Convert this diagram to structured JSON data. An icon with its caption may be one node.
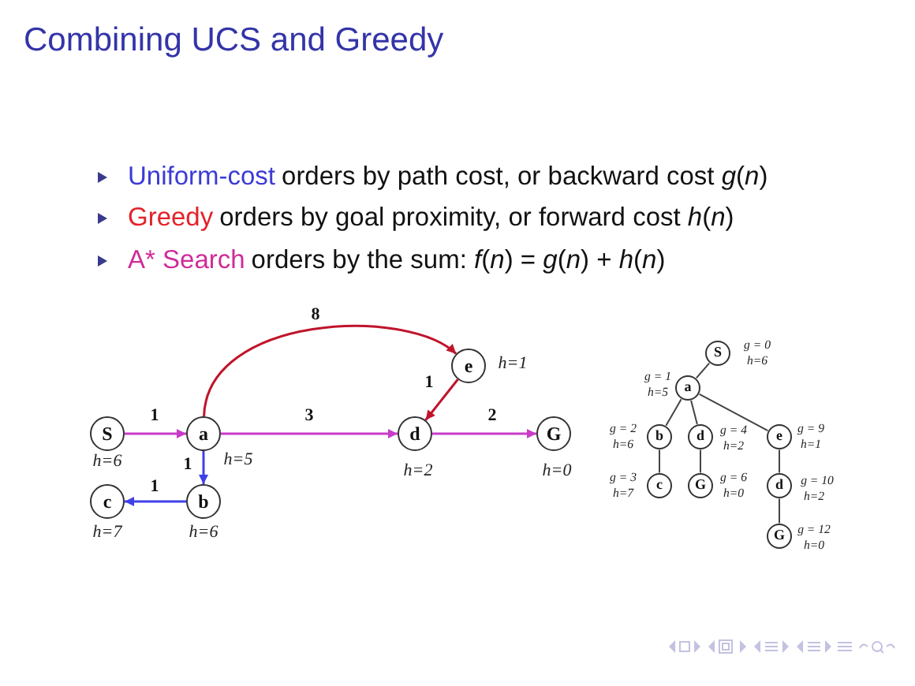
{
  "diagram": {
    "title": "Combining UCS and Greedy",
    "nodes": [
      {
        "text": [
          "S"
        ],
        "beside": [
          "h=6"
        ]
      },
      {
        "text": [
          "a"
        ],
        "beside": [
          "h=5"
        ]
      },
      {
        "text": [
          "e"
        ],
        "beside": [
          "h=1"
        ]
      },
      {
        "text": [
          "d"
        ],
        "beside": [
          "h=2"
        ]
      },
      {
        "text": [
          "G"
        ],
        "beside": [
          "h=0"
        ]
      },
      {
        "text": [
          "b"
        ],
        "beside": [
          "h=6"
        ]
      },
      {
        "text": [
          "c"
        ],
        "beside": [
          "h=7"
        ]
      },
      {
        "text": [
          "S"
        ],
        "beside": [
          "g = 0",
          "h=6"
        ]
      },
      {
        "text": [
          "a"
        ],
        "beside": [
          "g = 1",
          "h=5"
        ]
      },
      {
        "text": [
          "b"
        ],
        "beside": [
          "g = 2",
          "h=6"
        ]
      },
      {
        "text": [
          "d"
        ],
        "beside": [
          "g = 4",
          "h=2"
        ]
      },
      {
        "text": [
          "e"
        ],
        "beside": [
          "g = 9",
          "h=1"
        ]
      },
      {
        "text": [
          "c"
        ],
        "beside": [
          "g = 3",
          "h=7"
        ]
      },
      {
        "text": [
          "G"
        ],
        "beside": [
          "g = 6",
          "h=0"
        ]
      },
      {
        "text": [
          "d"
        ],
        "beside": [
          "g = 10",
          "h=2"
        ]
      },
      {
        "text": [
          "G"
        ],
        "beside": [
          "g = 12",
          "h=0"
        ]
      }
    ],
    "edges": [
      {
        "from": 0,
        "to": 1,
        "arrow": "to",
        "label": "1",
        "color": "#c83cc8"
      },
      {
        "from": 1,
        "to": 3,
        "arrow": "to",
        "label": "3",
        "color": "#c83cc8"
      },
      {
        "from": 3,
        "to": 4,
        "arrow": "to",
        "label": "2",
        "color": "#c83cc8"
      },
      {
        "from": 1,
        "to": 2,
        "arrow": "to",
        "label": "8",
        "color": "#c0142a"
      },
      {
        "from": 2,
        "to": 3,
        "arrow": "to",
        "label": "1",
        "color": "#c0142a"
      },
      {
        "from": 1,
        "to": 5,
        "arrow": "to",
        "label": "1",
        "color": "#4040e8"
      },
      {
        "from": 5,
        "to": 6,
        "arrow": "to",
        "label": "1",
        "color": "#4040e8"
      },
      {
        "from": 7,
        "to": 8,
        "arrow": "none"
      },
      {
        "from": 8,
        "to": 9,
        "arrow": "none"
      },
      {
        "from": 8,
        "to": 10,
        "arrow": "none"
      },
      {
        "from": 8,
        "to": 11,
        "arrow": "none"
      },
      {
        "from": 9,
        "to": 12,
        "arrow": "none"
      },
      {
        "from": 10,
        "to": 13,
        "arrow": "none"
      },
      {
        "from": 11,
        "to": 14,
        "arrow": "none"
      },
      {
        "from": 14,
        "to": 15,
        "arrow": "none"
      }
    ],
    "labels": [
      "Uniform-cost",
      "orders by path cost, or backward cost *g*(*n*)",
      "Greedy",
      "orders by goal proximity, or forward cost *h*(*n*)",
      "A* Search",
      "orders by the sum: *f*(*n*) = *g*(*n*) + *h*(*n*)"
    ]
  }
}
